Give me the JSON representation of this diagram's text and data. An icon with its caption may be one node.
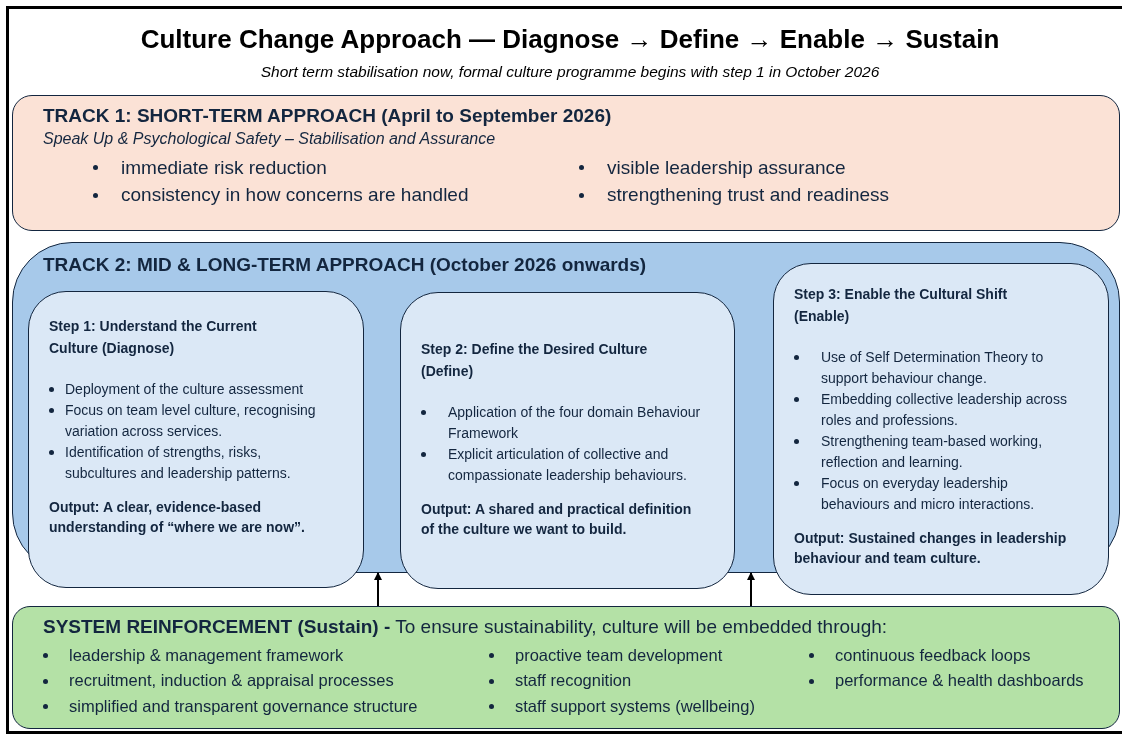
{
  "diagram": {
    "title": "Culture Change Approach — Diagnose → Define → Enable → Sustain",
    "nodes": [
      {
        "text": [
          "TRACK 1:  SHORT-TERM APPROACH (April to September 2026)",
          "Speak Up & Psychological Safety – Stabilisation and Assurance",
          "immediate risk reduction",
          "consistency in how concerns are handled",
          "visible leadership assurance",
          "strengthening trust and readiness"
        ]
      },
      {
        "text": [
          "TRACK 2:  MID & LONG-TERM APPROACH (October 2026 onwards)"
        ]
      },
      {
        "text": [
          "Step 1: Understand the Current Culture (Diagnose)",
          "Deployment of the culture assessment",
          "Focus on team level culture, recognising variation across services.",
          "Identification of strengths, risks, subcultures and leadership patterns.",
          "Output: A clear, evidence-based understanding of “where we are now”."
        ],
        "in": 1
      },
      {
        "text": [
          "Step 2: Define the Desired Culture (Define)",
          "Application of the four domain Behaviour Framework",
          "Explicit articulation of collective and compassionate leadership behaviours.",
          "Output: A shared and practical definition of the culture we want to build."
        ],
        "in": 1
      },
      {
        "text": [
          "Step 3: Enable the Cultural Shift (Enable)",
          "Use of Self Determination Theory to support behaviour change.",
          "Embedding collective leadership across roles and professions.",
          "Strengthening team-based working, reflection and learning.",
          "Focus on everyday leadership behaviours and micro interactions.",
          "Output: Sustained changes in leadership behaviour and team culture."
        ],
        "in": 1
      },
      {
        "text": [
          "**SYSTEM REINFORCEMENT (Sustain) -** To ensure sustainability, culture will be embedded through:",
          "leadership & management framework",
          "recruitment, induction & appraisal processes",
          "simplified and transparent governance structure",
          "proactive team development",
          "staff recognition",
          "staff support systems (wellbeing)",
          "continuous feedback loops",
          "performance & health dashboards"
        ]
      }
    ],
    "edges": [
      {
        "from": 5,
        "to": 1,
        "arrow": "to"
      },
      {
        "from": 5,
        "to": 1,
        "arrow": "to"
      }
    ],
    "labels": [
      "Short term stabilisation now, formal culture programme begins with step 1 in October 2026"
    ]
  }
}
